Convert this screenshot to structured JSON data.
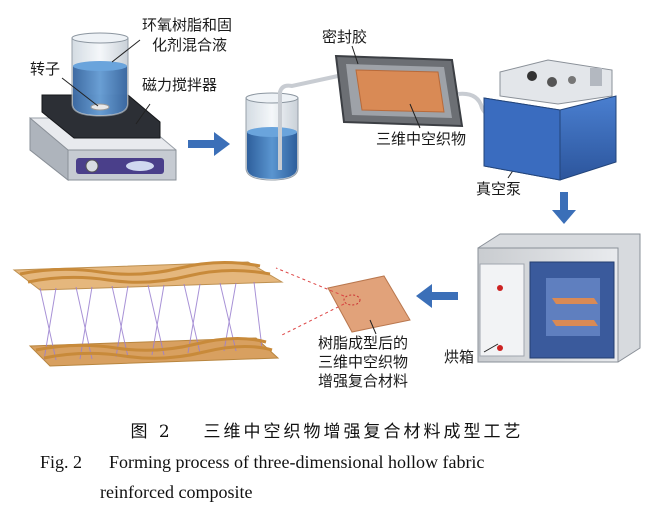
{
  "labels": {
    "resin_mix": [
      "环氧树脂和固",
      "化剂混合液"
    ],
    "stirrer": "转子",
    "magnetic_stirrer": "磁力搅拌器",
    "sealant": "密封胶",
    "fabric": "三维中空织物",
    "vacuum_pump": "真空泵",
    "oven": "烘箱",
    "composite": [
      "树脂成型后的",
      "三维中空织物",
      "增强复合材料"
    ]
  },
  "caption": {
    "cn_prefix": "图 2",
    "cn_title": "三维中空织物增强复合材料成型工艺",
    "en_prefix": "Fig. 2",
    "en_line1": "Forming process of three-dimensional hollow fabric",
    "en_line2": "reinforced composite"
  },
  "colors": {
    "arrow": "#3b6fb8",
    "liquid": "#3f7fbf",
    "pump_body": "#3566b5",
    "fabric": "#d98a55",
    "yarn": "#d9a04a",
    "pile": "#9a7fd0"
  }
}
